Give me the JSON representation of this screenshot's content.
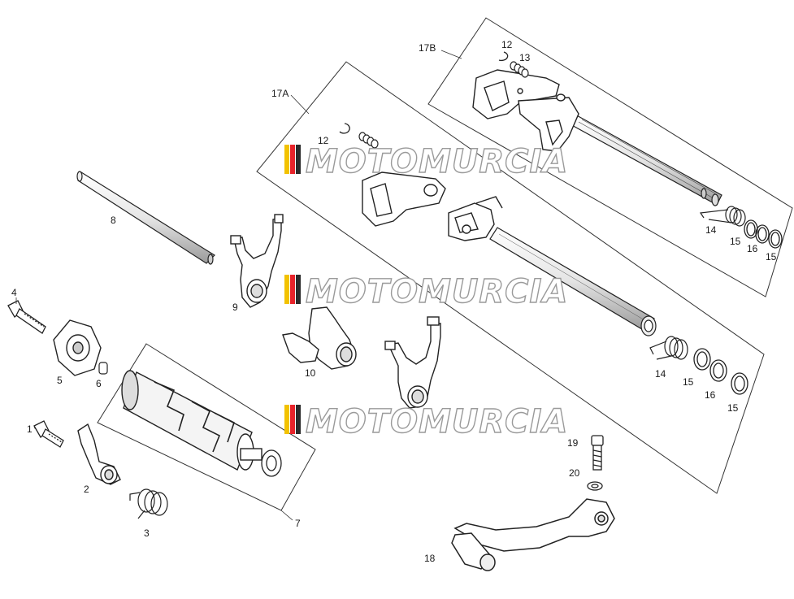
{
  "diagram": {
    "group_labels": {
      "box_17A": "17A",
      "box_17B": "17B"
    },
    "part_labels": {
      "p1": "1",
      "p2": "2",
      "p3": "3",
      "p4": "4",
      "p5": "5",
      "p6": "6",
      "p7": "7",
      "p8": "8",
      "p9": "9",
      "p10": "10",
      "p12a": "12",
      "p12b": "12",
      "p13": "13",
      "p14a": "14",
      "p14b": "14",
      "p15a": "15",
      "p15b": "15",
      "p15c": "15",
      "p15d": "15",
      "p16a": "16",
      "p16b": "16",
      "p18": "18",
      "p19": "19",
      "p20": "20"
    },
    "watermark": {
      "text": "MOTOMURCIA",
      "stripe_colors": [
        "#f2c200",
        "#e8232a",
        "#2b2b2b"
      ]
    }
  }
}
